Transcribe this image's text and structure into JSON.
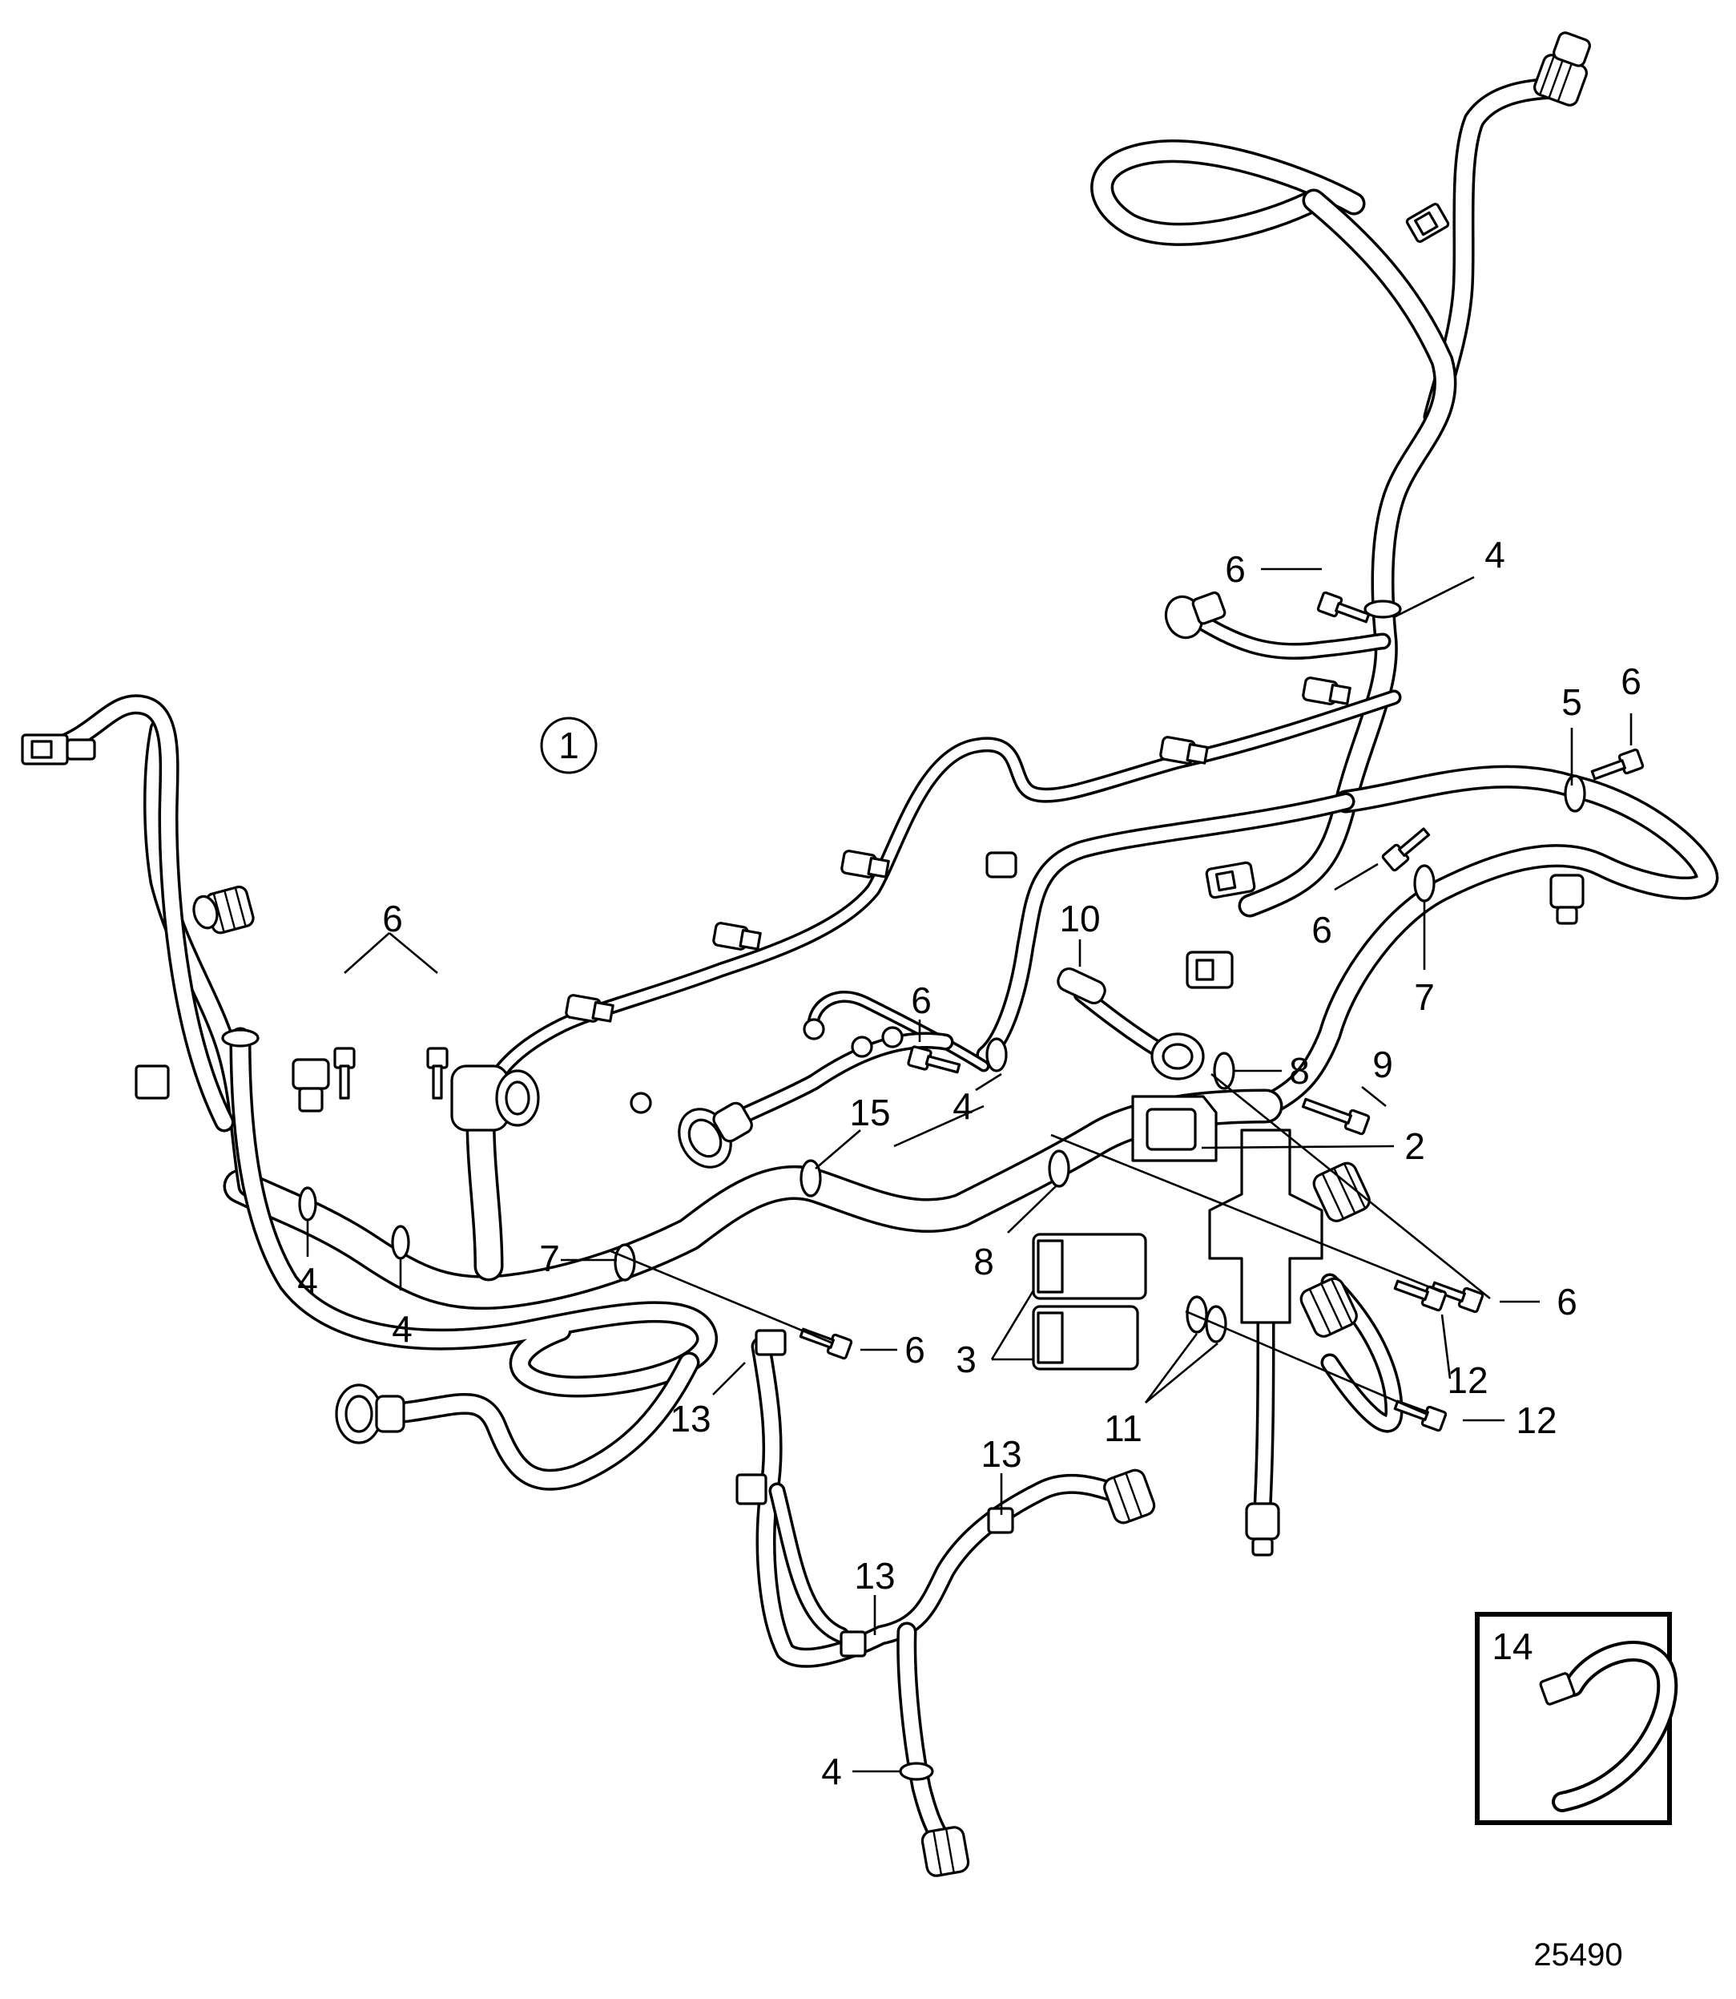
{
  "assembly_marker": "1",
  "figure_number": "25490",
  "inset_label": "14",
  "callouts": {
    "c6_top": "6",
    "c4_top": "4",
    "c5": "5",
    "c6_right_top": "6",
    "c6_mid_right": "6",
    "c7_right": "7",
    "c10": "10",
    "c6_center": "6",
    "c8_upper": "8",
    "c9": "9",
    "c4_center": "4",
    "c2": "2",
    "c6_pair": "6",
    "c15": "15",
    "c8_lower": "8",
    "c7_left": "7",
    "c4_left_a": "4",
    "c4_left_b": "4",
    "c6_lower_left": "6",
    "c6_lower_right": "6",
    "c3": "3",
    "c12_a": "12",
    "c12_b": "12",
    "c11": "11",
    "c13_a": "13",
    "c13_b": "13",
    "c13_c": "13",
    "c4_bottom": "4"
  }
}
